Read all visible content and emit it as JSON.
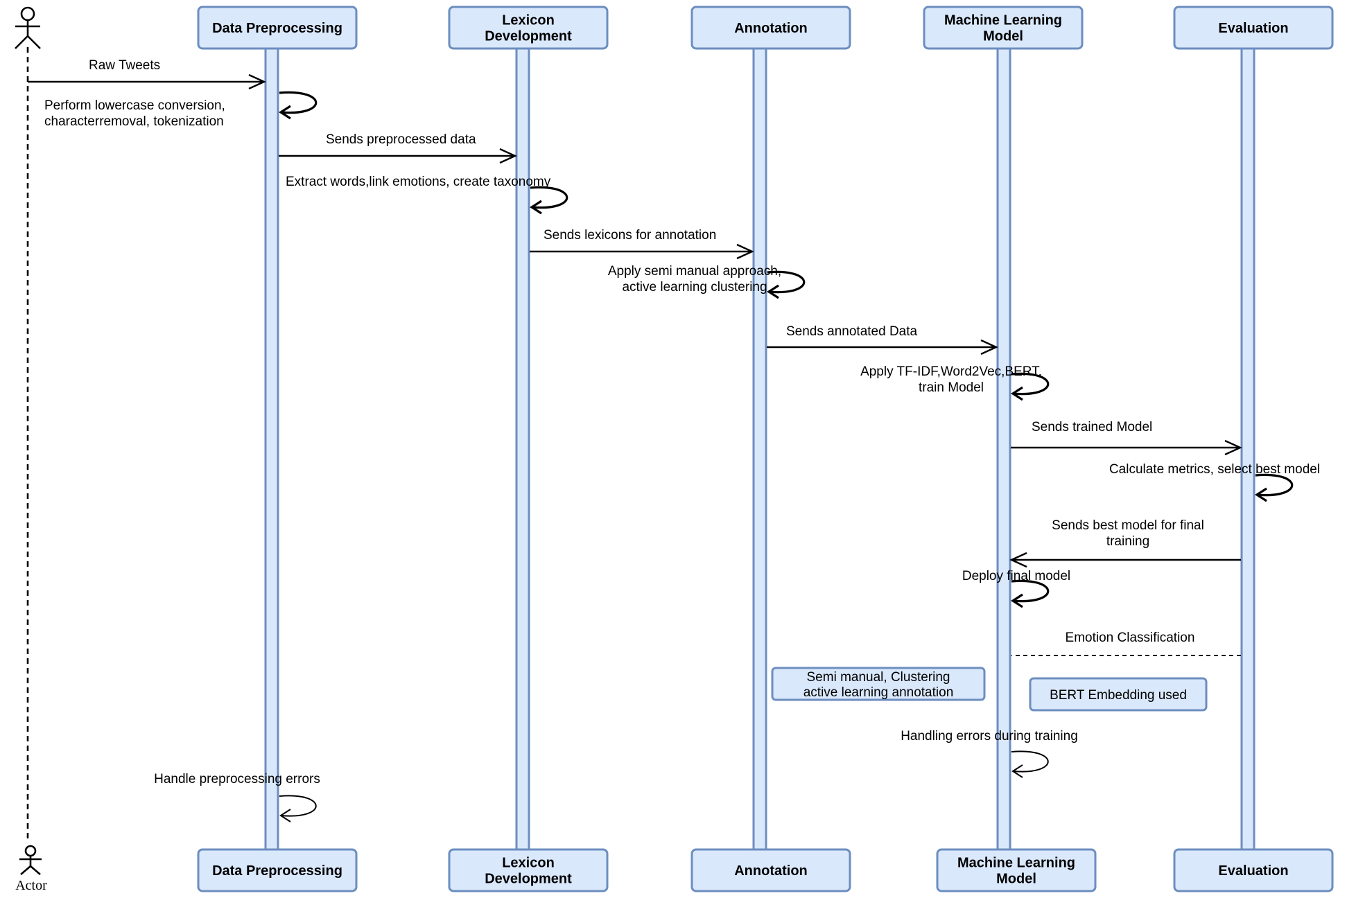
{
  "actor": {
    "label": "Actor"
  },
  "participants": [
    {
      "id": "pre",
      "top": [
        "Data Preprocessing"
      ],
      "bottom": [
        "Data Preprocessing"
      ]
    },
    {
      "id": "lex",
      "top": [
        "Lexicon",
        "Development"
      ],
      "bottom": [
        "Lexicon",
        "Development"
      ]
    },
    {
      "id": "ann",
      "top": [
        "Annotation"
      ],
      "bottom": [
        "Annotation"
      ]
    },
    {
      "id": "ml",
      "top": [
        "Machine Learning",
        "Model"
      ],
      "bottom": [
        "Machine Learning",
        "Model"
      ]
    },
    {
      "id": "eva",
      "top": [
        "Evaluation"
      ],
      "bottom": [
        "Evaluation"
      ]
    }
  ],
  "messages": [
    {
      "from": "actor",
      "to": "pre",
      "label": [
        "Raw Tweets"
      ]
    },
    {
      "self": "pre",
      "label": [
        "Perform lowercase conversion,",
        "characterremoval, tokenization"
      ]
    },
    {
      "from": "pre",
      "to": "lex",
      "label": [
        "Sends preprocessed data"
      ]
    },
    {
      "self": "lex",
      "label": [
        "Extract words,link emotions, create taxonomy"
      ]
    },
    {
      "from": "lex",
      "to": "ann",
      "label": [
        "Sends lexicons for annotation"
      ]
    },
    {
      "self": "ann",
      "label": [
        "Apply semi manual approach,",
        "active learning clustering"
      ]
    },
    {
      "from": "ann",
      "to": "ml",
      "label": [
        "Sends annotated Data"
      ]
    },
    {
      "self": "ml",
      "label": [
        "Apply TF-IDF,Word2Vec,BERT,",
        "train Model"
      ]
    },
    {
      "from": "ml",
      "to": "eva",
      "label": [
        "Sends trained Model"
      ]
    },
    {
      "self": "eva",
      "label": [
        "Calculate metrics, select best model"
      ]
    },
    {
      "from": "eva",
      "to": "ml",
      "label": [
        "Sends best model for final",
        "training"
      ]
    },
    {
      "self": "ml",
      "label": [
        "Deploy final model"
      ]
    },
    {
      "return": true,
      "from": "eva",
      "to": "ml",
      "label": [
        "Emotion Classification"
      ]
    },
    {
      "self": "ml",
      "label": [
        "Handling errors during training"
      ],
      "thin": true
    },
    {
      "self": "pre",
      "label": [
        "Handle preprocessing errors"
      ],
      "thin": true
    }
  ],
  "notes": [
    {
      "lines": [
        "Semi manual, Clustering",
        "active learning annotation"
      ]
    },
    {
      "lines": [
        "BERT Embedding used"
      ]
    }
  ],
  "colors": {
    "fill": "#dae8fc",
    "stroke": "#6c8ebf",
    "line": "#000000"
  }
}
